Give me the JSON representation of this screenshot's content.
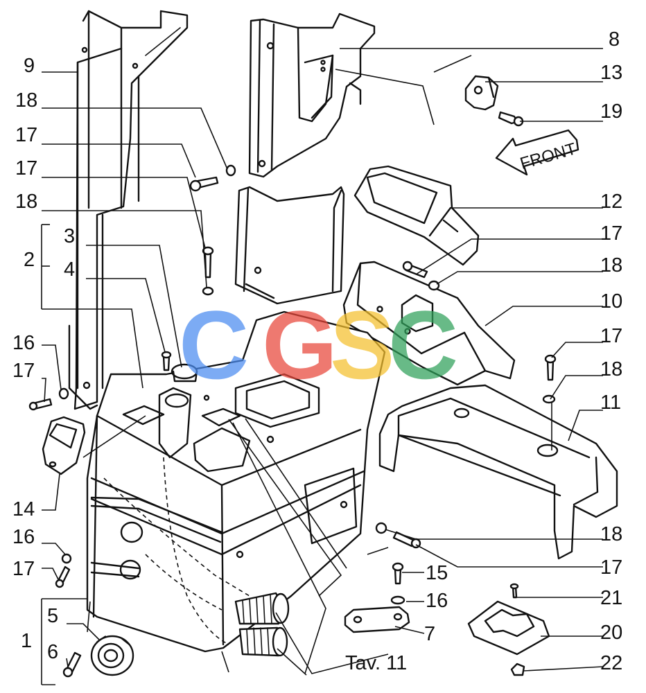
{
  "labels": {
    "l1": "1",
    "l2": "2",
    "l3": "3",
    "l4": "4",
    "l5": "5",
    "l6": "6",
    "l7": "7",
    "l8": "8",
    "l9": "9",
    "l10": "10",
    "l11": "11",
    "l12": "12",
    "l13": "13",
    "l14": "14",
    "l15": "15",
    "l16a": "16",
    "l16b": "16",
    "l16c": "16",
    "l17a": "17",
    "l17b": "17",
    "l17c": "17",
    "l17d": "17",
    "l17e": "17",
    "l17f": "17",
    "l17g": "17",
    "l18a": "18",
    "l18b": "18",
    "l18c": "18",
    "l18d": "18",
    "l18e": "18",
    "l19": "19",
    "l20": "20",
    "l21": "21",
    "l22": "22"
  },
  "front_arrow_text": "FRONT",
  "reference_text": "Tav. 11",
  "watermark": {
    "c1": "C",
    "g": "G",
    "s": "S",
    "c2": "C",
    "colors": {
      "c1": "#4a8cf0",
      "g": "#e8463a",
      "s": "#f5c02e",
      "c2": "#2fa05a"
    }
  }
}
